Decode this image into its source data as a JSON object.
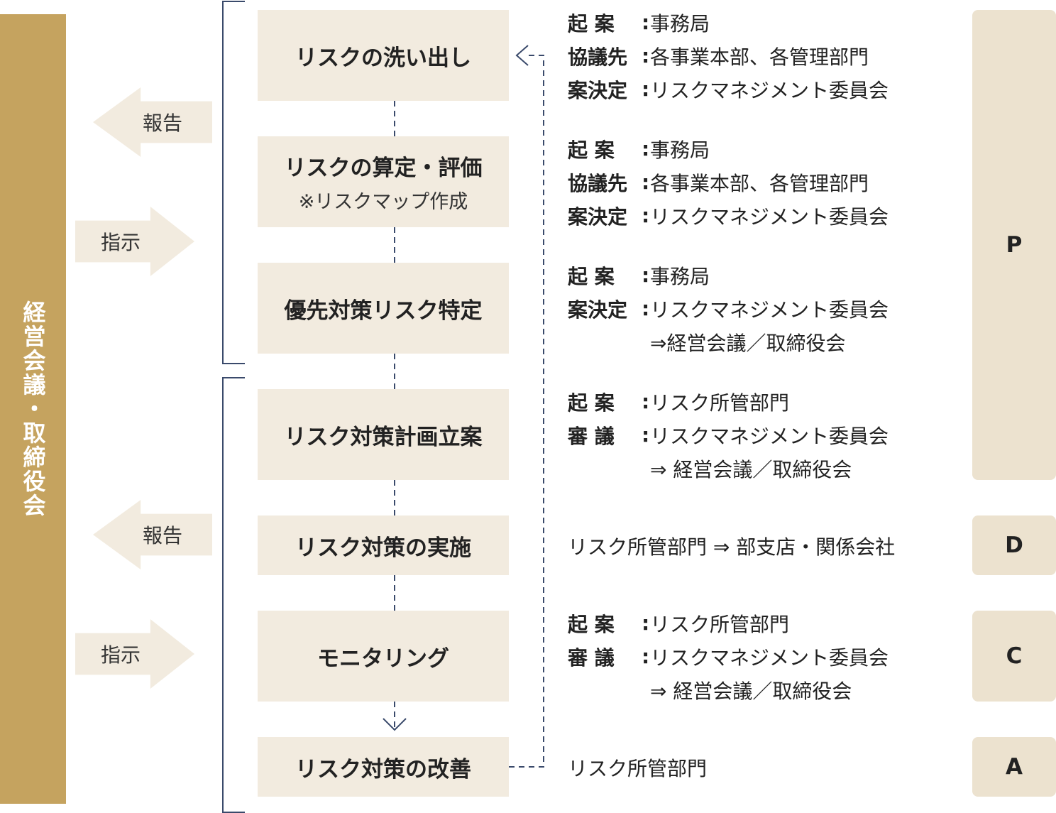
{
  "left_bar": {
    "label": "経営会議・取締役会"
  },
  "arrows": [
    {
      "label": "報告",
      "dir": "left"
    },
    {
      "label": "指示",
      "dir": "right"
    },
    {
      "label": "報告",
      "dir": "left"
    },
    {
      "label": "指示",
      "dir": "right"
    }
  ],
  "steps": [
    {
      "title": "リスクの洗い出し",
      "sub": ""
    },
    {
      "title": "リスクの算定・評価",
      "sub": "※リスクマップ作成"
    },
    {
      "title": "優先対策リスク特定",
      "sub": ""
    },
    {
      "title": "リスク対策計画立案",
      "sub": ""
    },
    {
      "title": "リスク対策の実施",
      "sub": ""
    },
    {
      "title": "モニタリング",
      "sub": ""
    },
    {
      "title": "リスク対策の改善",
      "sub": ""
    }
  ],
  "descriptions": [
    {
      "rows": [
        {
          "key": "起 案",
          "colon": ":",
          "val": "事務局"
        },
        {
          "key": "協議先",
          "colon": ":",
          "val": "各事業本部、各管理部門"
        },
        {
          "key": "案決定",
          "colon": ":",
          "val": "リスクマネジメント委員会"
        }
      ]
    },
    {
      "rows": [
        {
          "key": "起 案",
          "colon": ":",
          "val": "事務局"
        },
        {
          "key": "協議先",
          "colon": ":",
          "val": "各事業本部、各管理部門"
        },
        {
          "key": "案決定",
          "colon": ":",
          "val": "リスクマネジメント委員会"
        }
      ]
    },
    {
      "rows": [
        {
          "key": "起 案",
          "colon": ":",
          "val": "事務局"
        },
        {
          "key": "案決定",
          "colon": ":",
          "val": "リスクマネジメント委員会"
        }
      ],
      "sub": "⇒経営会議／取締役会"
    },
    {
      "rows": [
        {
          "key": "起 案",
          "colon": ":",
          "val": "リスク所管部門"
        },
        {
          "key": "審 議",
          "colon": ":",
          "val": "リスクマネジメント委員会"
        }
      ],
      "sub": "⇒ 経営会議／取締役会"
    },
    {
      "text": "リスク所管部門 ⇒ 部支店・関係会社"
    },
    {
      "rows": [
        {
          "key": "起 案",
          "colon": ":",
          "val": "リスク所管部門"
        },
        {
          "key": "審 議",
          "colon": ":",
          "val": "リスクマネジメント委員会"
        }
      ],
      "sub": "⇒ 経営会議／取締役会"
    },
    {
      "text": "リスク所管部門"
    }
  ],
  "phases": [
    {
      "label": "P"
    },
    {
      "label": "D"
    },
    {
      "label": "C"
    },
    {
      "label": "A"
    }
  ],
  "colors": {
    "left_bar": "#c5a35f",
    "box": "#f2ebdf",
    "phase": "#ece2cf",
    "line": "#3a4a6b"
  }
}
